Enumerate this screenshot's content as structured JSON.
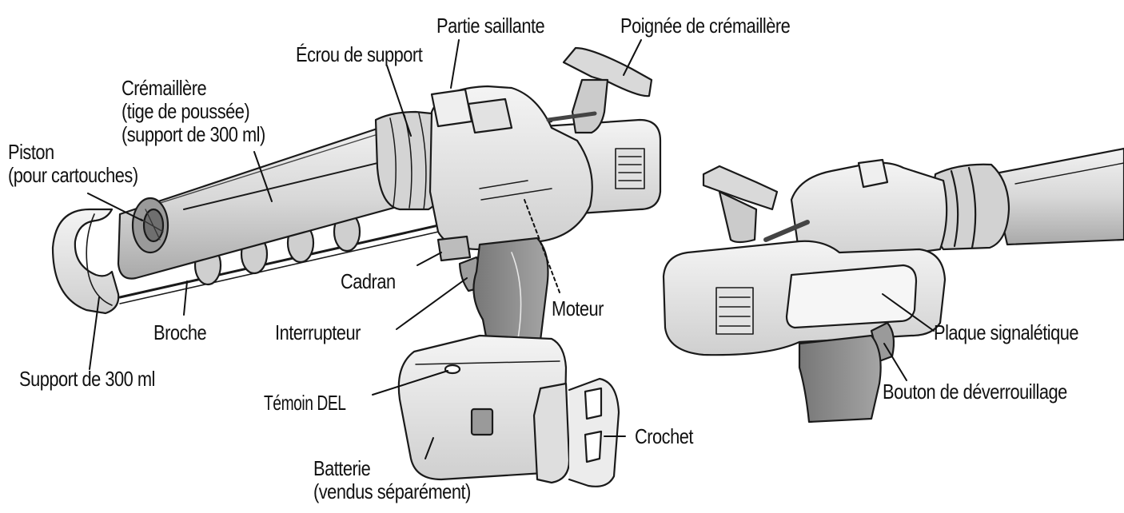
{
  "labels": {
    "partie_saillante": "Partie saillante",
    "poignee_cremaillere": "Poignée de crémaillère",
    "ecrou_support": "Écrou de support",
    "cremaillere": [
      "Crémaillère",
      "(tige de poussée)",
      "(support de 300 ml)"
    ],
    "piston": [
      "Piston",
      "(pour cartouches)"
    ],
    "cadran": "Cadran",
    "moteur": "Moteur",
    "broche": "Broche",
    "interrupteur": "Interrupteur",
    "support_300": "Support de 300 ml",
    "temoin_del": "Témoin DEL",
    "crochet": "Crochet",
    "batterie": [
      "Batterie",
      "(vendus séparément)"
    ],
    "plaque": "Plaque signalétique",
    "bouton": "Bouton de déverrouillage"
  },
  "colors": {
    "ink": "#111111",
    "body": "#e6e6e6",
    "body_light": "#f2f2f2",
    "body_dark": "#bdbdbd",
    "grip": "#8a8a8a"
  }
}
